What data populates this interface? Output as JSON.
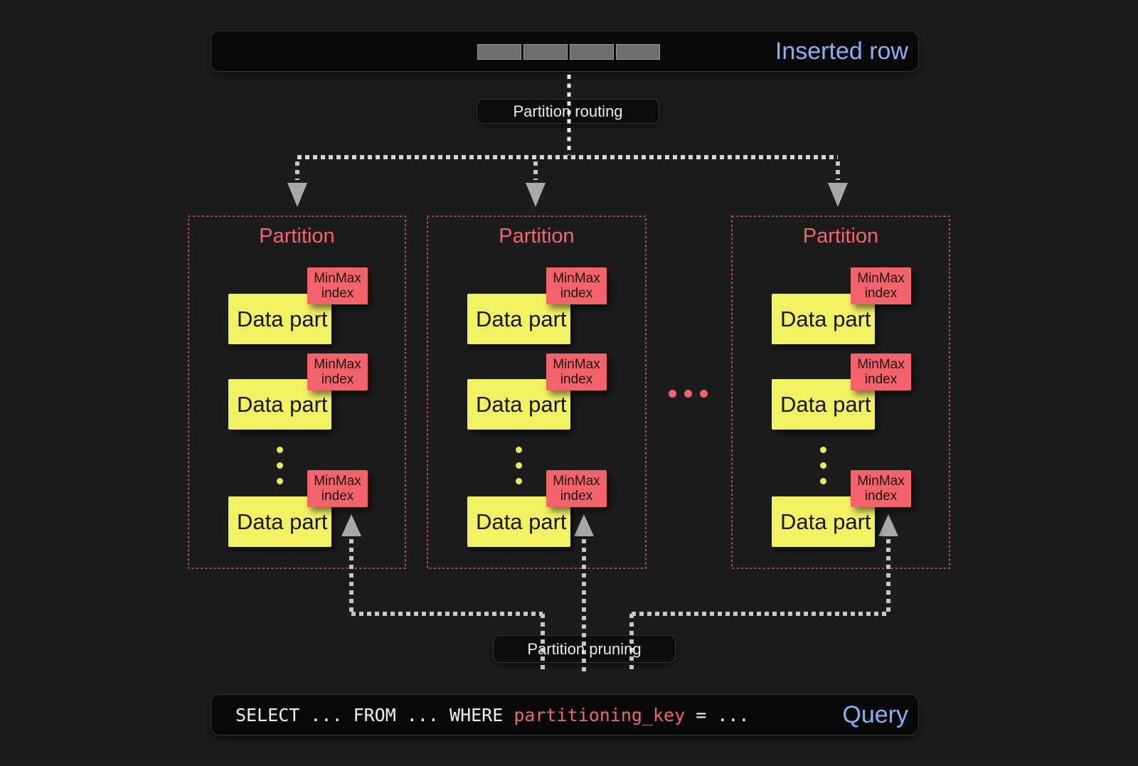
{
  "colors": {
    "background": "#1c1c1c",
    "panel": "#090909",
    "panel_border": "#343434",
    "blue": "#86b2f4",
    "coral": "#f2636c",
    "coral_text": "#f2646e",
    "red_dotted_border": "#e15b5b",
    "yellow": "#f2f161",
    "yellow_dot": "#eee955",
    "code_coral": "#ef6570",
    "grey_dotted": "#c6c6c6",
    "grey_dotted_bright": "#d6d6d6",
    "arrow_grey": "#a8a8a8",
    "white_dashed": "#ececec",
    "cell_grey": "#6e6e6e",
    "text_light": "#eaeaea"
  },
  "inserted_row_bar": {
    "label": "Inserted row",
    "cell_count": 4
  },
  "flow_labels": {
    "routing": "Partition routing",
    "pruning": "Partition pruning"
  },
  "partitions_ellipsis": "...",
  "partitions": [
    {
      "title": "Partition",
      "more_parts_indicator": "...",
      "data_parts": [
        {
          "label": "Data part",
          "index_label": [
            "MinMax",
            "index"
          ]
        },
        {
          "label": "Data part",
          "index_label": [
            "MinMax",
            "index"
          ]
        },
        {
          "label": "Data part",
          "index_label": [
            "MinMax",
            "index"
          ]
        }
      ]
    },
    {
      "title": "Partition",
      "more_parts_indicator": "...",
      "data_parts": [
        {
          "label": "Data part",
          "index_label": [
            "MinMax",
            "index"
          ]
        },
        {
          "label": "Data part",
          "index_label": [
            "MinMax",
            "index"
          ]
        },
        {
          "label": "Data part",
          "index_label": [
            "MinMax",
            "index"
          ]
        }
      ]
    },
    {
      "title": "Partition",
      "more_parts_indicator": "...",
      "data_parts": [
        {
          "label": "Data part",
          "index_label": [
            "MinMax",
            "index"
          ]
        },
        {
          "label": "Data part",
          "index_label": [
            "MinMax",
            "index"
          ]
        },
        {
          "label": "Data part",
          "index_label": [
            "MinMax",
            "index"
          ]
        }
      ]
    }
  ],
  "query_bar": {
    "code_before_key": "SELECT ... FROM ... WHERE ",
    "code_key": "partitioning_key",
    "code_after_key": " = ...",
    "label": "Query"
  }
}
